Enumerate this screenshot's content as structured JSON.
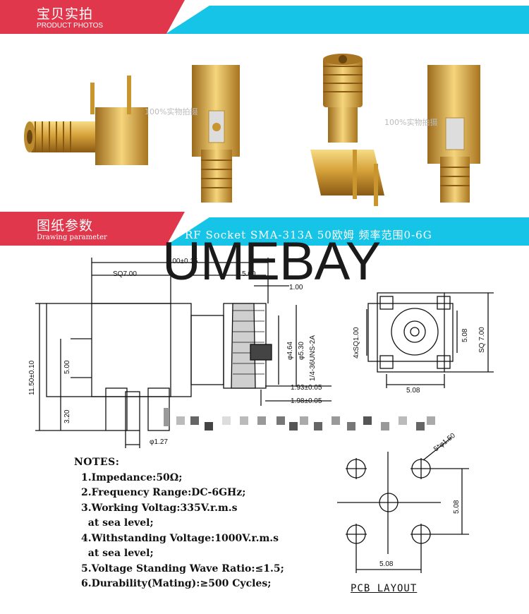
{
  "section_photos": {
    "title_cn": "宝贝实拍",
    "title_en": "PRODUCT PHOTOS"
  },
  "section_drawing": {
    "title_cn": "图纸参数",
    "title_en": "Drawing parameter",
    "subtitle": "RF Socket SMA-313A 50欧姆 频率范围0-6G"
  },
  "watermark": "100%实物拍摄",
  "brand": "UMEBAY",
  "dimensions": {
    "d1": "7.00±0.15",
    "d2": "SQ7.00",
    "d3": "5.00",
    "d4": "1.00",
    "d5": "11.50±0.10",
    "d6": "5.00",
    "d7": "3.20",
    "d8": "φ1.27",
    "d9": "φ4.64",
    "d10": "φ5.30",
    "d11": "1/4-36UNS-2A",
    "d12": "1.93±0.05",
    "d13": "1.98±0.05",
    "d14": "4xSQ1.00",
    "d15": "5.08",
    "d16": "SQ 7.00",
    "d17": "5.08",
    "d18": "5*φ1.50",
    "d19": "5.08",
    "d20": "5.08"
  },
  "notes": {
    "heading": "NOTES:",
    "items": [
      "1.Impedance:50Ω;",
      "2.Frequency Range:DC-6GHz;",
      "3.Working Voltag:335V.r.m.s",
      "  at sea level;",
      "4.Withstanding Voltage:1000V.r.m.s",
      "  at sea level;",
      "5.Voltage Standing Wave Ratio:≤1.5;",
      "6.Durability(Mating):≥500 Cycles;"
    ]
  },
  "pcb_label": "PCB LAYOUT",
  "colors": {
    "red": "#e0374c",
    "cyan": "#16c4e8",
    "gold": "#d8a93a"
  }
}
